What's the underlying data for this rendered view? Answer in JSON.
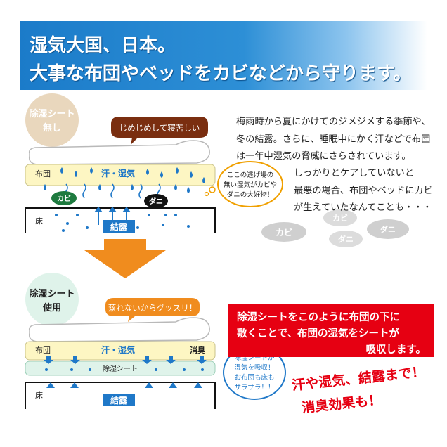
{
  "banner": {
    "line1": "湿気大国、日本。",
    "line2": "大事な布団やベッドをカビなどから守ります。"
  },
  "without_sheet": {
    "badge": [
      "除湿シート",
      "無し"
    ],
    "speech": "じめじめして寝苦しい",
    "futon_label": "布団",
    "sweat_label": "汗・湿気",
    "mold_tag": "カビ",
    "mite_tag": "ダニ",
    "callout": [
      "ここの逃げ場の",
      "無い湿気がカビや",
      "ダニの大好物！"
    ],
    "floor_label": "床",
    "condensation_label": "結露"
  },
  "explanation": {
    "para1": [
      "梅雨時から夏にかけてのジメジメする季節や、",
      "冬の結露。さらに、睡眠中にかく汗などで布団",
      "は一年中湿気の脅威にさらされています。"
    ],
    "para2": [
      "しっかりとケアしていないと",
      "最悪の場合、布団やベッドにカビ",
      "が生えていたなんてことも・・・"
    ]
  },
  "clouds": {
    "mold": "カビ",
    "mold2": "カビ",
    "mite": "ダニ",
    "mite2": "ダニ"
  },
  "with_sheet": {
    "badge": [
      "除湿シート",
      "使用"
    ],
    "speech": "蒸れないからグッスリ！",
    "futon_label": "布団",
    "sweat_label": "汗・湿気",
    "odor_label": "消臭",
    "sheet_label": "除湿シート",
    "callout": [
      "除湿シートが",
      "湿気を吸収！",
      "お布団も床も",
      "サラサラ！！"
    ],
    "floor_label": "床",
    "condensation_label": "結露"
  },
  "red_box": [
    "除湿シートをこのように布団の下に",
    "敷くことで、布団の湿気をシートが",
    "吸収します。"
  ],
  "slogan": [
    "汗や湿気、結露まで！",
    "消臭効果も！"
  ],
  "colors": {
    "banner_blue": "#1b7bc9",
    "accent_red": "#e60012",
    "futon_yellow": "#fdf6c3",
    "sheet_green": "#dff3ea",
    "speech_brown": "#7a2e10",
    "arrow_orange": "#f08c1e",
    "drop_blue": "#1f78c8"
  }
}
